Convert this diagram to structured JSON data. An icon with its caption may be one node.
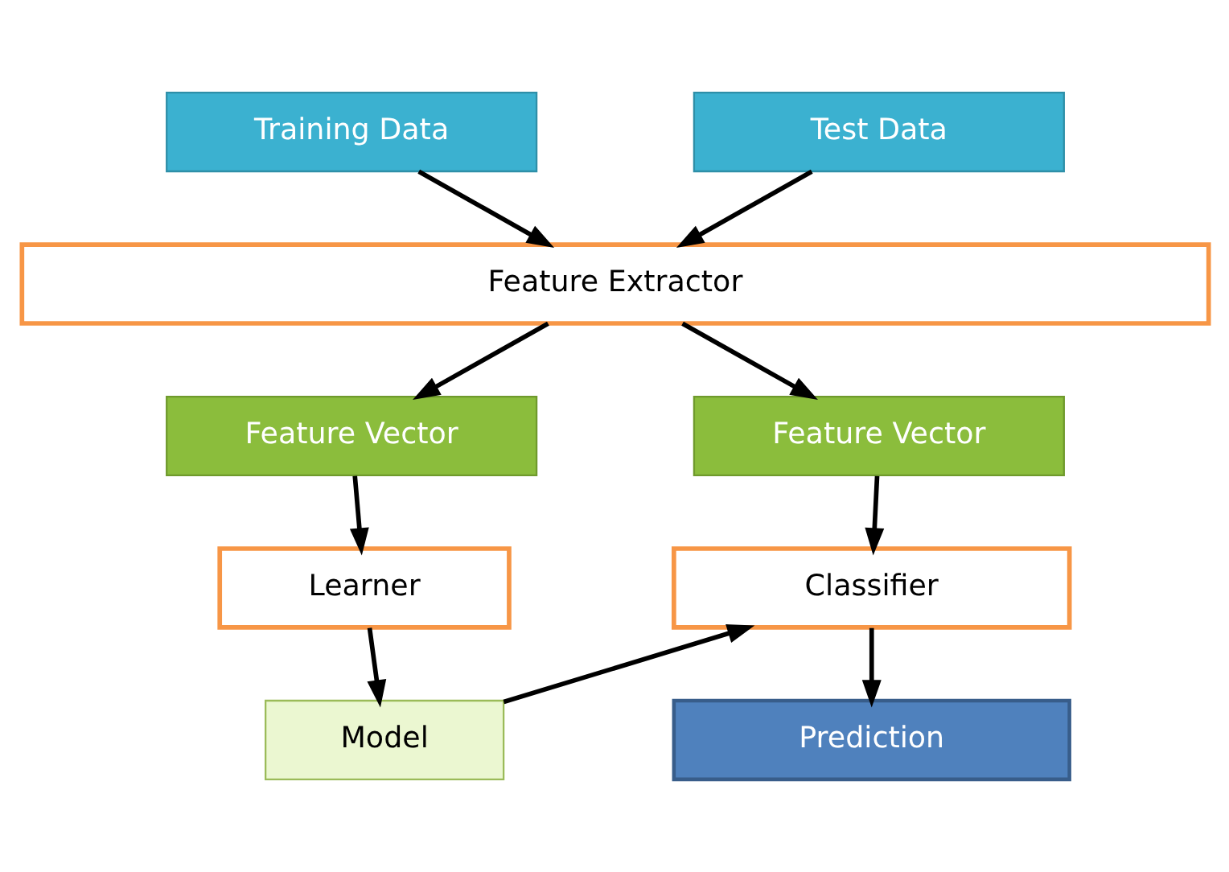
{
  "diagram": {
    "nodes": [
      {
        "text": [
          "Training Data"
        ]
      },
      {
        "text": [
          "Test Data"
        ]
      },
      {
        "text": [
          "Feature Extractor"
        ]
      },
      {
        "text": [
          "Feature Vector"
        ]
      },
      {
        "text": [
          "Feature Vector"
        ]
      },
      {
        "text": [
          "Learner"
        ]
      },
      {
        "text": [
          "Classifier"
        ]
      },
      {
        "text": [
          "Model"
        ]
      },
      {
        "text": [
          "Prediction"
        ]
      }
    ],
    "edges": [
      {
        "from": 0,
        "to": 2,
        "arrow": "to"
      },
      {
        "from": 1,
        "to": 2,
        "arrow": "to"
      },
      {
        "from": 2,
        "to": 3,
        "arrow": "to"
      },
      {
        "from": 2,
        "to": 4,
        "arrow": "to"
      },
      {
        "from": 3,
        "to": 5,
        "arrow": "to"
      },
      {
        "from": 4,
        "to": 6,
        "arrow": "to"
      },
      {
        "from": 5,
        "to": 7,
        "arrow": "to"
      },
      {
        "from": 7,
        "to": 6,
        "arrow": "to"
      },
      {
        "from": 6,
        "to": 8,
        "arrow": "to"
      }
    ]
  }
}
